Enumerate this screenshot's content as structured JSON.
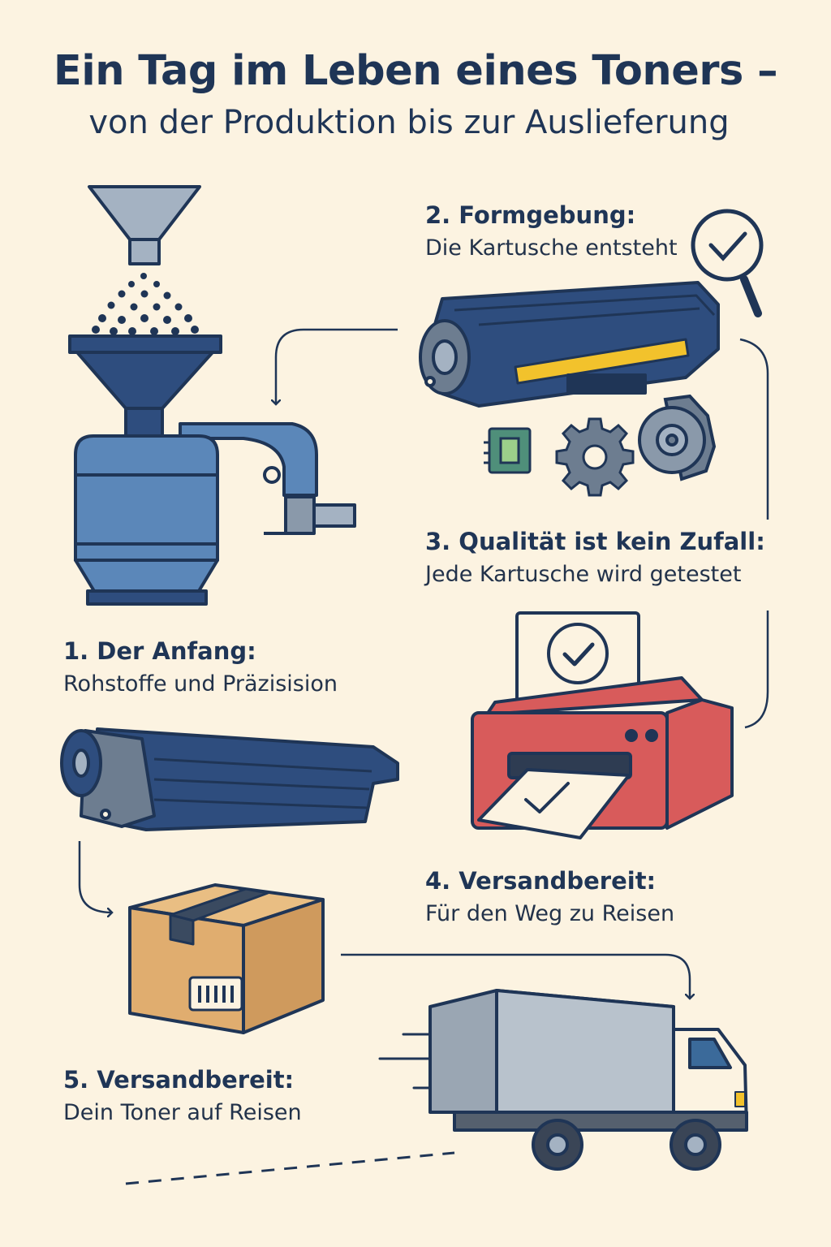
{
  "header": {
    "title": "Ein Tag im Leben eines Toners –",
    "subtitle": "von der Produktion bis zur Auslieferung"
  },
  "steps": [
    {
      "id": "step1",
      "heading": "1. Der Anfang:",
      "text": "Rohstoffe und Präzisision"
    },
    {
      "id": "step2",
      "heading": "2. Formgebung:",
      "text": "Die Kartusche entsteht"
    },
    {
      "id": "step3",
      "heading": "3. Qualität ist kein Zufall:",
      "text": "Jede Kartusche wird getestet"
    },
    {
      "id": "step4",
      "heading": "4. Versandbereit:",
      "text": "Für den Weg zu Reisen"
    },
    {
      "id": "step5",
      "heading": "5. Versandbereit:",
      "text": "Dein Toner auf Reisen"
    }
  ],
  "icons": [
    "funnel-machine-icon",
    "toner-cartridge-icon",
    "magnifier-check-icon",
    "chip-icon",
    "gear-icon",
    "roller-icon",
    "printer-icon",
    "cardboard-box-icon",
    "delivery-truck-icon"
  ],
  "colors": {
    "background": "#fcf3e1",
    "navy": "#1f3556",
    "machine_blue": "#5b87b9",
    "cartridge_blue": "#2e4d7e",
    "yellow_stripe": "#f2c22c",
    "printer_red": "#d85b5b",
    "box_tan": "#e0ad6f",
    "truck_grey": "#9aa6b3"
  }
}
